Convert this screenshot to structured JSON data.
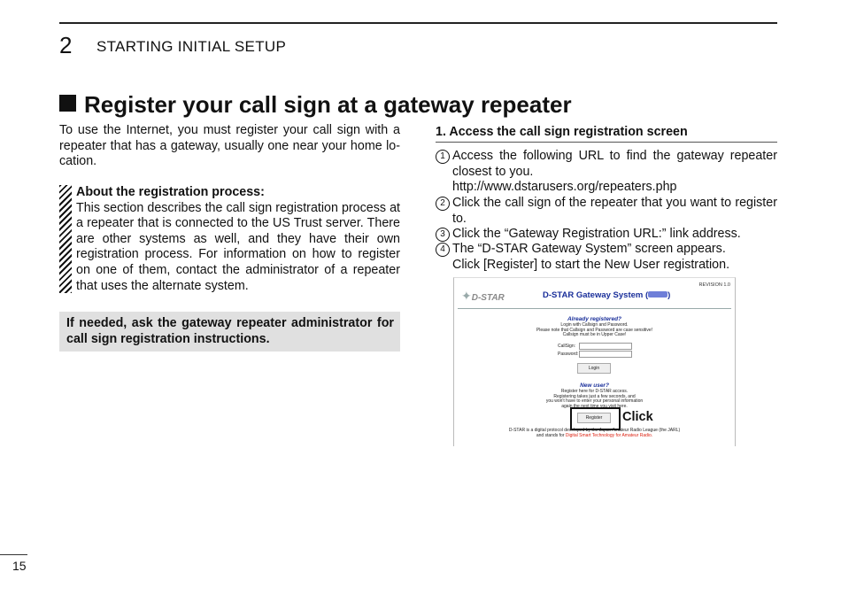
{
  "header": {
    "chapter_number": "2",
    "chapter_title": "STARTING INITIAL SETUP"
  },
  "section_title": "Register your call sign at a gateway repeater",
  "intro": "To use the Internet, you must register your call sign with a repeater that has a gateway, usually one near your home lo-cation.",
  "note": {
    "title": "About the registration process:",
    "body": "This section describes the call sign registration process at a repeater that is connected to the US Trust server. There are other systems as well, and they have their own registration process. For information on how to register on one of them, contact the administrator of a repeater that uses the alternate system."
  },
  "callout": "If needed, ask the gateway repeater administrator for call sign registration instructions.",
  "step": {
    "title": "1. Access the call sign registration screen",
    "items": [
      {
        "num": "1",
        "text": "Access the following URL to find the gateway repeater closest to you.",
        "extra": "http://www.dstarusers.org/repeaters.php"
      },
      {
        "num": "2",
        "text": "Click the call sign of the repeater that you want to register to."
      },
      {
        "num": "3",
        "text": "Click the “Gateway Registration URL:” link address."
      },
      {
        "num": "4",
        "text": "The “D-STAR Gateway System” screen appears.",
        "extra": "Click [Register] to start the New User registration."
      }
    ]
  },
  "screenshot": {
    "revision": "REVISION 1.0",
    "logo": "D-STAR",
    "title": "D-STAR Gateway System (",
    "title_end": ")",
    "already_registered": "Already registered?",
    "login_line1": "Login with Callsign and Password.",
    "login_line2": "Please note that Callsign and Password are case sensitive!",
    "login_line3": "Callsign must be in Upper Case!",
    "callsign_label": "CallSign:",
    "password_label": "Password:",
    "login_button": "Login",
    "new_user": "New user?",
    "new_line1": "Register here for D-STAR access.",
    "new_line2": "Registering takes just a few seconds, and",
    "new_line3": "you won't have to enter your personal information",
    "new_line4": "again the next time you visit here.",
    "register_button": "Register",
    "footer1": "D-STAR is a digital protocol developed by the Japan Amateur Radio League (the JARL)",
    "footer2a": "and stands for ",
    "footer2b": "Digital Smart Technology for Amateur Radio."
  },
  "click_label": "Click",
  "page_number": "15"
}
